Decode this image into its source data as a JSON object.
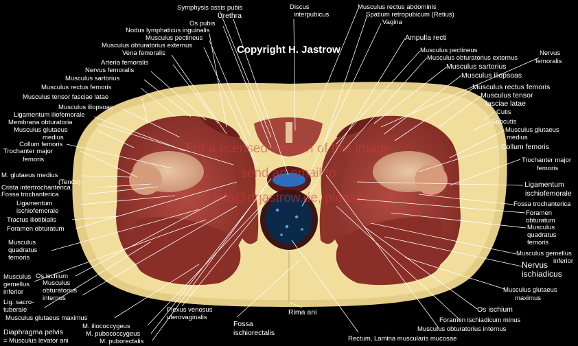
{
  "copyright": "Copyright H. Jastrow",
  "watermark_lines": [
    "For a licensed version of this image",
    "send an email to",
    "info@drjastrow.de, please"
  ],
  "colors": {
    "background": "#000000",
    "fat": "#f0dc98",
    "muscle": "#9a3a32",
    "skin": "#e9d28c"
  },
  "labels": {
    "symphysis": "Symphysis ossis pubis",
    "urethra": "Urethra",
    "os_pubis": "Os pubis",
    "nodus": "Nodus lymphaticus inguinalis",
    "pectineus_l": "Musculus pectineus",
    "obt_ext_l": "Musculus obturatorius externus",
    "vena": "Vena femoralis",
    "arteria": "Arteria femoralis",
    "nervus_l": "Nervus femoralis",
    "sartorius_l": "Musculus sartorius",
    "rectus_fem_l": "Musculus rectus femoris",
    "tensor_l": "Musculus tensor fasciae latae",
    "iliopsoas_l": "Musculus iliopsoas",
    "lig_ilio": "Ligamentum iliofemorale",
    "membrana": "Membrana obturatoria",
    "glut_med_l1": "Musculus glutaeus",
    "glut_med_l2": "medius",
    "collum_l": "Collum femoris",
    "troch_l1": "Trochanter major",
    "troch_l2": "femoris",
    "m_glut_med_tendo1": "M. glutaeus medius",
    "m_glut_med_tendo2": "(Tendo)",
    "crista": "Crista intertrochanterica",
    "fossa_troch_l": "Fossa trochanterica",
    "lig_ischio_l1": "Ligamentum",
    "lig_ischio_l2": "ischiofemorale",
    "tractus": "Tractus iliotibialis",
    "foramen_obt_l": "Foramen obturatum",
    "quad_l1": "Musculus",
    "quad_l2": "quadratus",
    "quad_l3": "femoris",
    "os_ischium_l": "Os ischium",
    "gem_l1": "Musculus",
    "gem_l2": "gemellus",
    "gem_l3": "inferior",
    "obt_int_l1": "Musculus",
    "obt_int_l2": "obturatorius",
    "obt_int_l3": "internus",
    "lig_sacro1": "Lig. sacro-",
    "lig_sacro2": "tuberale",
    "glut_max_l": "Musculus glutaeus maximus",
    "iliococcygeus": "M. iliococcygeus",
    "pubococcygeus": "M. pubococcygeus",
    "puborectalis": "M. puborectalis",
    "diaphragma": "Diaphragma pelvis",
    "levator": "= Musculus levator ani",
    "plexus1": "Plexus venosus",
    "plexus2": "uterovaginalis",
    "fossa_isch1": "Fossa",
    "fossa_isch2": "ischiorectalis",
    "rima": "Rima ani",
    "rectum": "Rectum, Lamina muscularis mucosae",
    "discus1": "Discus",
    "discus2": "interpubicus",
    "rectus_abd": "Musculus rectus abdominis",
    "spatium": "Spatium retropubicum (Retius)",
    "vagina": "Vagina",
    "ampulla": "Ampulla recti",
    "pectineus_r": "Musculus pectineus",
    "obt_ext_r": "Musculus obturatorius externus",
    "nervus_r1": "Nervus",
    "nervus_r2": "femoralis",
    "sartorius_r": "Musculus sartorius",
    "iliopsoas_r": "Musculus iliopsoas",
    "rectus_fem_r": "Musculus rectus femoris",
    "tensor_r1": "Musculus tensor",
    "tensor_r2": "fasciae latae",
    "cutis": "Cutis",
    "subcutis": "Subcutis",
    "glut_med_r1": "Musculus glutaeus",
    "glut_med_r2": "medius",
    "collum_r": "Collum femoris",
    "troch_r1": "Trochanter major",
    "troch_r2": "femoris",
    "lig_ischio_r1": "Ligamentum",
    "lig_ischio_r2": "ischiofemorale",
    "fossa_troch_r": "Fossa trochanterica",
    "foramen_r1": "Foramen",
    "foramen_r2": "obturatum",
    "quad_r1": "Musculus",
    "quad_r2": "quadratus",
    "quad_r3": "femoris",
    "gem_r1": "Musculus gemellus",
    "gem_r2": "inferior",
    "nervus_isch1": "Nervus",
    "nervus_isch2": "ischiadicus",
    "glut_max_r1": "Musculus glutaeus",
    "glut_max_r2": "maximus",
    "os_ischium_r": "Os ischium",
    "foramen_isch": "Foramen ischiadicum minus",
    "obt_int_r": "Musculus obturatorius internus"
  }
}
